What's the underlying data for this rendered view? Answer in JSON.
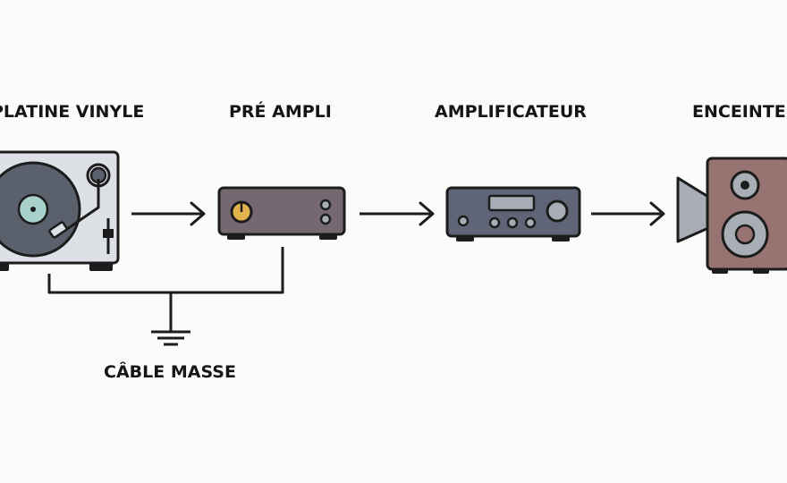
{
  "diagram": {
    "labels": {
      "turntable": "PLATINE VINYLE",
      "preamp": "PRÉ AMPLI",
      "amplifier": "AMPLIFICATEUR",
      "speaker": "ENCEINTES",
      "ground": "CÂBLE MASSE"
    },
    "colors": {
      "outline": "#1c1c1c",
      "turntable_body": "#dde0e5",
      "platter": "#5b606d",
      "record_label": "#a9d1cc",
      "preamp_body": "#766871",
      "preamp_knob": "#e1b24e",
      "amp_body": "#5f6576",
      "speaker_body": "#977371",
      "speaker_grey": "#a9adb5",
      "background": "#fbfbfa"
    },
    "flow": [
      "turntable",
      "preamp",
      "amplifier",
      "speaker"
    ]
  }
}
